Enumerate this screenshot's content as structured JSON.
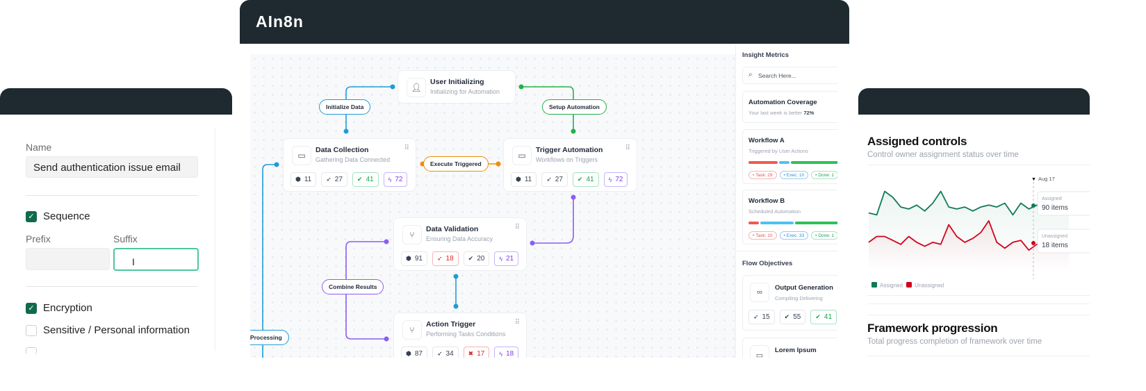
{
  "left_panel": {
    "name_label": "Name",
    "name_value": "Send authentication issue email",
    "sequence_label": "Sequence",
    "sequence_checked": true,
    "prefix_label": "Prefix",
    "prefix_value": "",
    "suffix_label": "Suffix",
    "suffix_value": "",
    "encryption_label": "Encryption",
    "encryption_checked": true,
    "sensitive_label": "Sensitive / Personal information",
    "sensitive_checked": false
  },
  "app": {
    "title": "AIn8n"
  },
  "canvas": {
    "nodes": [
      {
        "title": "User Initializing",
        "subtitle": "Initializing for Automation",
        "icon": "user-icon",
        "stats": []
      },
      {
        "title": "Data Collection",
        "subtitle": "Gathering Data Connected",
        "icon": "window-icon",
        "stats": [
          {
            "icon": "cube-icon",
            "value": "11",
            "tone": ""
          },
          {
            "icon": "rocket-icon",
            "value": "27",
            "tone": ""
          },
          {
            "icon": "check-circle-icon",
            "value": "41",
            "tone": "green"
          },
          {
            "icon": "bolt-icon",
            "value": "72",
            "tone": "purple"
          }
        ]
      },
      {
        "title": "Trigger Automation",
        "subtitle": "Workflows on Triggers",
        "icon": "window-icon",
        "stats": [
          {
            "icon": "cube-icon",
            "value": "11",
            "tone": ""
          },
          {
            "icon": "rocket-icon",
            "value": "27",
            "tone": ""
          },
          {
            "icon": "check-circle-icon",
            "value": "41",
            "tone": "green"
          },
          {
            "icon": "bolt-icon",
            "value": "72",
            "tone": "purple"
          }
        ]
      },
      {
        "title": "Data Validation",
        "subtitle": "Ensuring Data Accuracy",
        "icon": "branch-icon",
        "stats": [
          {
            "icon": "cube-icon",
            "value": "91",
            "tone": ""
          },
          {
            "icon": "rocket-icon",
            "value": "18",
            "tone": "red"
          },
          {
            "icon": "check-circle-icon",
            "value": "20",
            "tone": ""
          },
          {
            "icon": "bolt-icon",
            "value": "21",
            "tone": "purple"
          }
        ]
      },
      {
        "title": "Action Trigger",
        "subtitle": "Performing Tasks Conditions",
        "icon": "branch-icon",
        "stats": [
          {
            "icon": "cube-icon",
            "value": "87",
            "tone": ""
          },
          {
            "icon": "rocket-icon",
            "value": "34",
            "tone": ""
          },
          {
            "icon": "x-circle-icon",
            "value": "17",
            "tone": "red"
          },
          {
            "icon": "bolt-icon",
            "value": "18",
            "tone": "purple"
          }
        ]
      }
    ],
    "edges": [
      {
        "label": "Initialize Data",
        "color": "#1f9bd7"
      },
      {
        "label": "Setup Automation",
        "color": "#22b04b"
      },
      {
        "label": "Execute Triggered",
        "color": "#f08c00"
      },
      {
        "label": "Combine Results",
        "color": "#8b5cf6"
      },
      {
        "label": "ct Processing",
        "color": "#1f9bd7"
      }
    ]
  },
  "sidebar": {
    "insight_title": "Insight Metrics",
    "search_placeholder": "Search Here...",
    "coverage": {
      "title": "Automation Coverage",
      "subtitle": "Your last week is better",
      "value": "72%"
    },
    "workflows": [
      {
        "title": "Workflow A",
        "subtitle": "Triggered by User Actions",
        "task": "Task: 29",
        "exec": "Exec: 10",
        "done": "Done: 1",
        "split": [
          0.29,
          0.1,
          0.6
        ]
      },
      {
        "title": "Workflow B",
        "subtitle": "Scheduled Automation",
        "task": "Task: 10",
        "exec": "Exec: 33",
        "done": "Done: 1",
        "split": [
          0.1,
          0.33,
          0.57
        ]
      }
    ],
    "objectives_title": "Flow Objectives",
    "objectives": [
      {
        "title": "Output Generation",
        "subtitle": "Compiling Delivering",
        "icon": "link-icon",
        "stats": [
          {
            "icon": "rocket-icon",
            "value": "15",
            "tone": ""
          },
          {
            "icon": "check-circle-icon",
            "value": "55",
            "tone": ""
          },
          {
            "icon": "check-circle-icon",
            "value": "41",
            "tone": "green"
          }
        ]
      },
      {
        "title": "Lorem Ipsum",
        "subtitle": "",
        "icon": "window-icon",
        "stats": []
      }
    ]
  },
  "assigned_panel": {
    "title": "Assigned controls",
    "subtitle": "Control owner assignment status over time",
    "framework_title": "Framework progression",
    "framework_subtitle": "Total progress completion of framework over time"
  },
  "chart_data": {
    "type": "area",
    "title": "Assigned controls",
    "subtitle": "Control owner assignment status over time",
    "grid": false,
    "legend": "bottom-left",
    "marker": {
      "label": "Aug 17",
      "tooltips": [
        {
          "name": "Assigned",
          "value": "90 items"
        },
        {
          "name": "Unassigned",
          "value": "18 items"
        }
      ]
    },
    "series": [
      {
        "name": "Assigned",
        "color": "#0f7a55",
        "values": [
          82,
          80,
          104,
          98,
          88,
          86,
          90,
          84,
          92,
          104,
          88,
          86,
          88,
          84,
          88,
          90,
          88,
          92,
          80,
          92,
          86,
          90,
          80,
          88,
          84,
          86
        ]
      },
      {
        "name": "Unassigned",
        "color": "#d0021b",
        "values": [
          52,
          58,
          58,
          54,
          50,
          58,
          52,
          48,
          52,
          50,
          70,
          58,
          52,
          56,
          62,
          74,
          52,
          46,
          52,
          54,
          44,
          50,
          56,
          50,
          44,
          48
        ]
      }
    ]
  }
}
